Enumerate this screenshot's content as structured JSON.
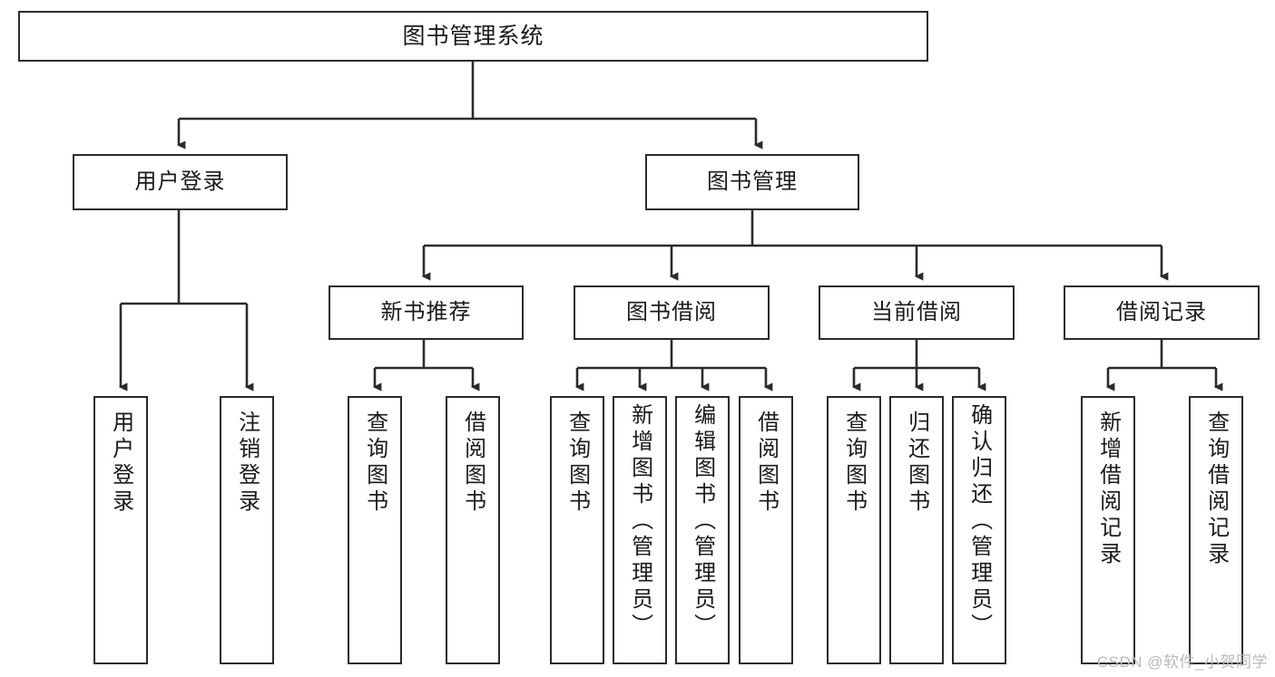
{
  "diagram": {
    "type": "tree",
    "title": "图书管理系统",
    "root": {
      "id": "root",
      "label": "图书管理系统",
      "orientation": "horizontal"
    },
    "level2": [
      {
        "id": "user-login",
        "label": "用户登录",
        "orientation": "horizontal"
      },
      {
        "id": "book-management",
        "label": "图书管理",
        "orientation": "horizontal"
      }
    ],
    "level3": [
      {
        "id": "new-book-recommend",
        "label": "新书推荐",
        "orientation": "horizontal",
        "parent": "book-management"
      },
      {
        "id": "book-borrow",
        "label": "图书借阅",
        "orientation": "horizontal",
        "parent": "book-management"
      },
      {
        "id": "current-borrow",
        "label": "当前借阅",
        "orientation": "horizontal",
        "parent": "book-management"
      },
      {
        "id": "borrow-record",
        "label": "借阅记录",
        "orientation": "horizontal",
        "parent": "book-management"
      }
    ],
    "leaves": [
      {
        "id": "leaf-user-login",
        "label": "用户登录",
        "orientation": "vertical",
        "parent": "user-login"
      },
      {
        "id": "leaf-user-logout",
        "label": "注销登录",
        "orientation": "vertical",
        "parent": "user-login"
      },
      {
        "id": "leaf-query-book-1",
        "label": "查询图书",
        "orientation": "vertical",
        "parent": "new-book-recommend"
      },
      {
        "id": "leaf-borrow-book-1",
        "label": "借阅图书",
        "orientation": "vertical",
        "parent": "new-book-recommend"
      },
      {
        "id": "leaf-query-book-2",
        "label": "查询图书",
        "orientation": "vertical",
        "parent": "book-borrow"
      },
      {
        "id": "leaf-add-book",
        "label": "新增图书（管理员）",
        "orientation": "vertical",
        "parent": "book-borrow"
      },
      {
        "id": "leaf-edit-book",
        "label": "编辑图书（管理员）",
        "orientation": "vertical",
        "parent": "book-borrow"
      },
      {
        "id": "leaf-borrow-book-2",
        "label": "借阅图书",
        "orientation": "vertical",
        "parent": "book-borrow"
      },
      {
        "id": "leaf-query-book-3",
        "label": "查询图书",
        "orientation": "vertical",
        "parent": "current-borrow"
      },
      {
        "id": "leaf-return-book",
        "label": "归还图书",
        "orientation": "vertical",
        "parent": "current-borrow"
      },
      {
        "id": "leaf-confirm-return",
        "label": "确认归还（管理员）",
        "orientation": "vertical",
        "parent": "current-borrow"
      },
      {
        "id": "leaf-add-record",
        "label": "新增借阅记录",
        "orientation": "vertical",
        "parent": "borrow-record"
      },
      {
        "id": "leaf-query-record",
        "label": "查询借阅记录",
        "orientation": "vertical",
        "parent": "borrow-record"
      }
    ],
    "colors": {
      "stroke": "#2b2b2b",
      "fill": "#ffffff",
      "text": "#1a1a1a",
      "watermark": "#b9b9b9"
    }
  },
  "watermark": {
    "text": "CSDN @软件_小贺同学"
  }
}
